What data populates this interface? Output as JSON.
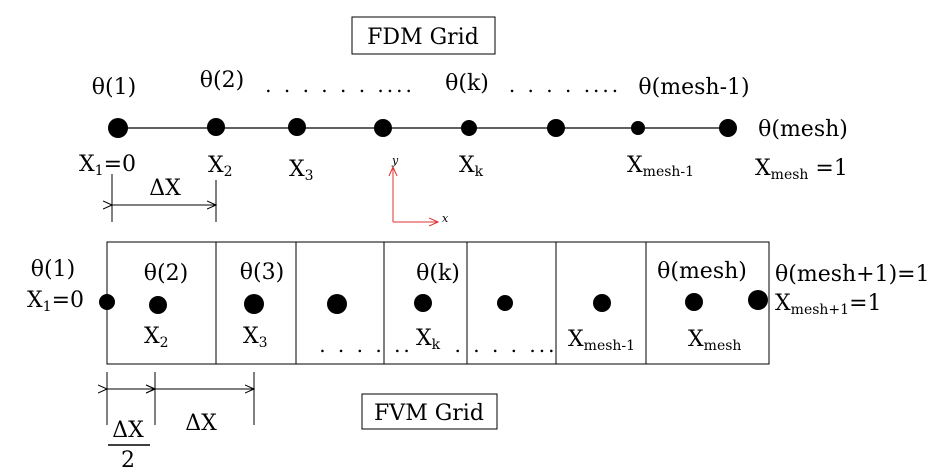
{
  "titles": {
    "fdm": "FDM Grid",
    "fvm": "FVM Grid"
  },
  "fdm": {
    "theta_labels": [
      "θ(1)",
      "θ(2)",
      "θ(k)",
      "θ(mesh-1)",
      "θ(mesh)"
    ],
    "ellipsis_1": ". . . . . . ....",
    "ellipsis_2": ". . . . ....",
    "x_labels": [
      {
        "base": "X",
        "sub": "1",
        "tail": "=0"
      },
      {
        "base": "X",
        "sub": "2",
        "tail": ""
      },
      {
        "base": "X",
        "sub": "3",
        "tail": ""
      },
      {
        "base": "X",
        "sub": "k",
        "tail": ""
      },
      {
        "base": "X",
        "sub": "mesh-1",
        "tail": ""
      },
      {
        "base": "X",
        "sub": "mesh",
        "tail": " =1"
      }
    ],
    "delta": "ΔX"
  },
  "axes": {
    "y": "y",
    "x": "x",
    "color": "#e03030"
  },
  "fvm": {
    "theta_labels": [
      "θ(1)",
      "θ(2)",
      "θ(3)",
      "θ(k)",
      "θ(mesh)",
      "θ(mesh+1)=1"
    ],
    "left_x": {
      "base": "X",
      "sub": "1",
      "tail": "=0"
    },
    "right_x": {
      "base": "X",
      "sub": "mesh+1",
      "tail": "=1"
    },
    "x_labels": [
      {
        "base": "X",
        "sub": "2"
      },
      {
        "base": "X",
        "sub": "3"
      },
      {
        "base": "X",
        "sub": "k"
      },
      {
        "base": "X",
        "sub": "mesh-1"
      },
      {
        "base": "X",
        "sub": "mesh"
      }
    ],
    "ellipsis_1": ". . . . ..",
    "ellipsis_2": ". . . . ...",
    "delta": "ΔX",
    "half_delta_num": "ΔX",
    "half_delta_den": "2"
  }
}
